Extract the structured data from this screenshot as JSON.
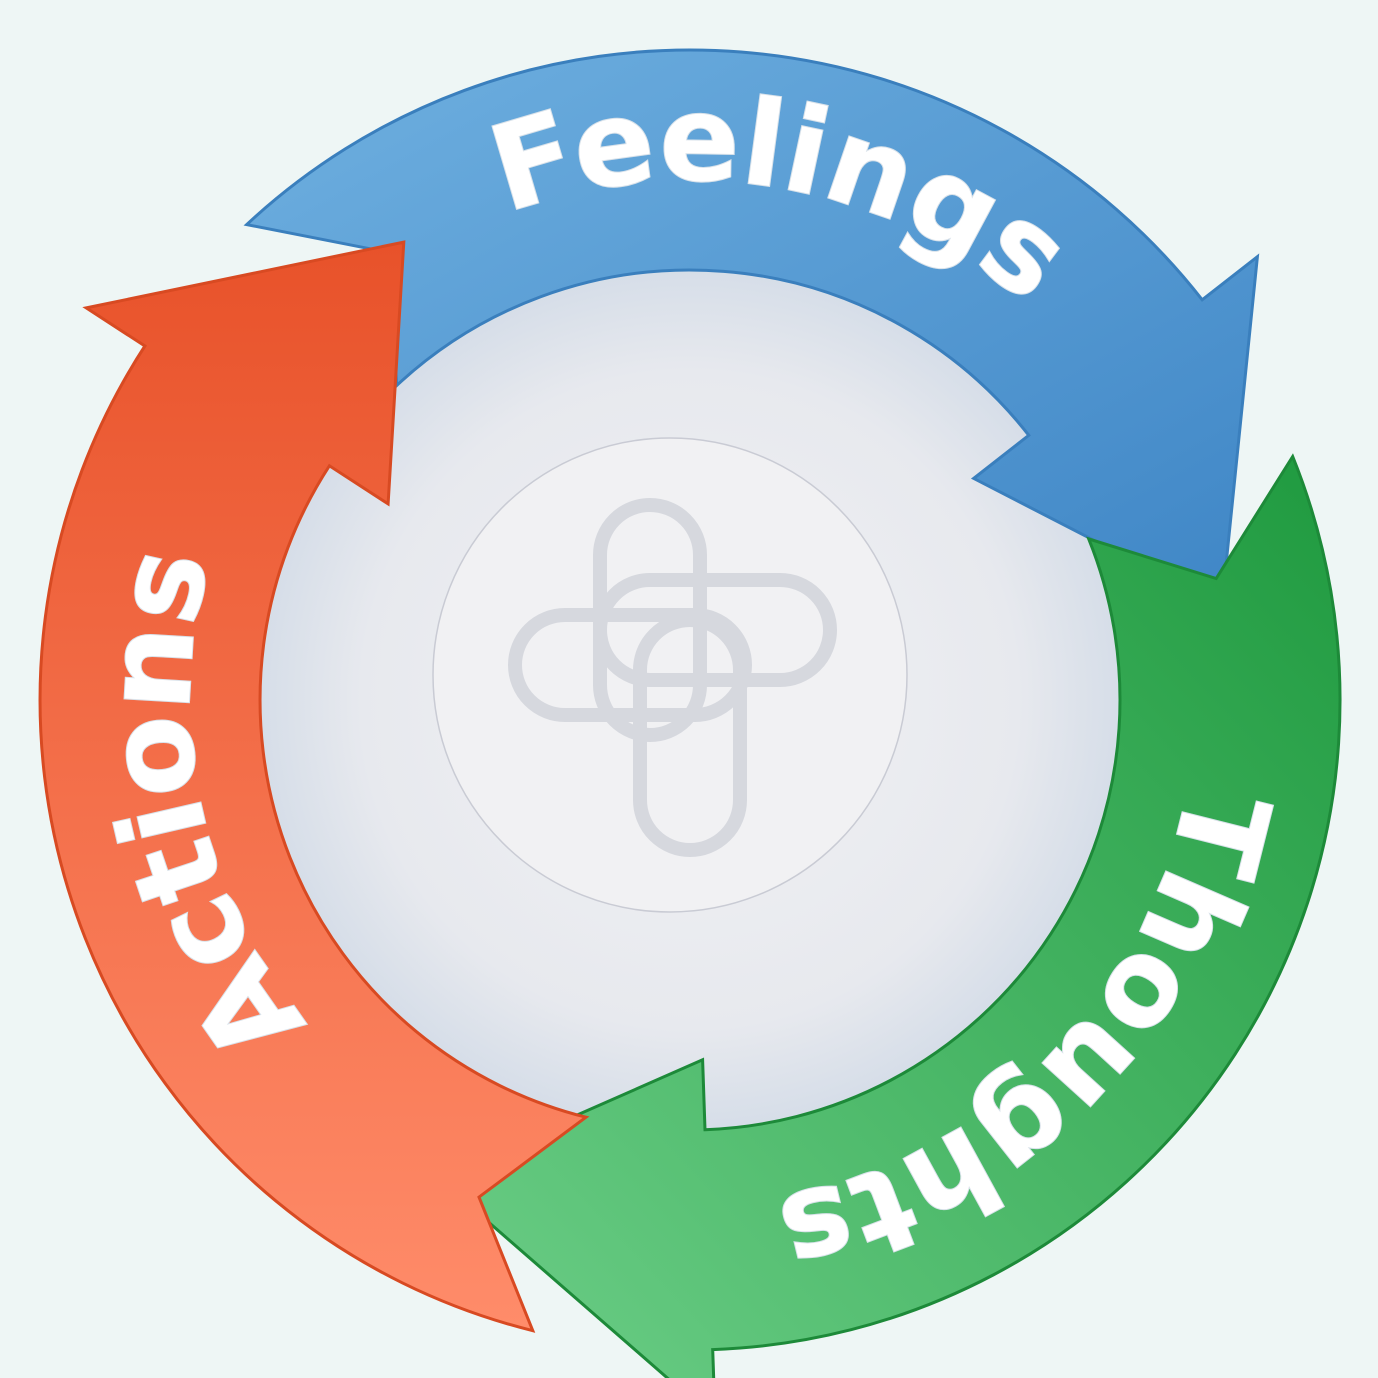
{
  "diagram": {
    "type": "cycle",
    "nodes": [
      {
        "label": "Feelings",
        "color": "#5a9fd4"
      },
      {
        "label": "Thoughts",
        "color": "#3aa64f"
      },
      {
        "label": "Actions",
        "color": "#f0663a"
      }
    ],
    "center": {
      "icon": "interlocking-cross-logo"
    },
    "background": "#eef6f5"
  }
}
